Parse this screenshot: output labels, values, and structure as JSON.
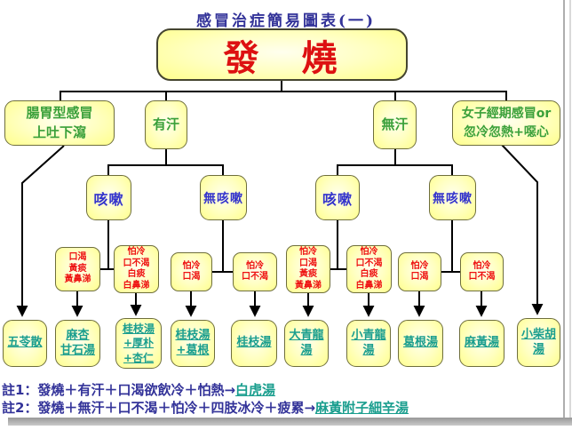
{
  "title": "感冒治症簡易圖表(一)",
  "colors": {
    "title_text": "#333399",
    "root_text": "#dd1111",
    "level1_text": "#3aa03a",
    "level2_text": "#3333cc",
    "condition_text": "#ee1111",
    "remedy_text": "#1a9e8e",
    "box_fill_edge": "#ffff8c",
    "box_fill_center": "#ffffee",
    "box_border": "#6e6e3c",
    "connector": "#000000"
  },
  "nodes": {
    "root": "發　燒",
    "gi_cold": "腸胃型感冒\n上吐下瀉",
    "sweat": "有汗",
    "no_sweat": "無汗",
    "menstrual": "女子經期感冒or\n忽冷忽熱+噁心",
    "cough_left": "咳嗽",
    "no_cough_left": "無咳嗽",
    "cough_right": "咳嗽",
    "no_cough_right": "無咳嗽",
    "cond_thirst_yellow": "口渴\n黃痰\n黃鼻涕",
    "cond_cold_nothirst_white": "怕冷\n口不渴\n白痰\n白鼻涕",
    "cond_cold_thirst": "怕冷\n口渴",
    "cond_cold_nothirst": "怕冷\n口不渴",
    "cond_cold_thirst_yellow": "怕冷\n口渴\n黃痰\n黃鼻涕",
    "cond_cold_nothirst_white2": "怕冷\n口不渴\n白痰\n白鼻涕",
    "cond_cold_thirst2": "怕冷\n口渴",
    "cond_cold_nothirst2": "怕冷\n口不渴",
    "rx_wulingsan": "五苓散",
    "rx_maxing_ganshi": "麻杏\n甘石湯",
    "rx_guizhi_houpo_xingren": "桂枝湯\n+厚朴\n+杏仁",
    "rx_guizhi_gegen": "桂枝湯\n+葛根",
    "rx_guizhi": "桂枝湯",
    "rx_daqinglong": "大青龍\n湯",
    "rx_xiaoqinglong": "小青龍\n湯",
    "rx_gegen": "葛根湯",
    "rx_mahuang": "麻黃湯",
    "rx_xiaochaihu": "小柴胡\n湯"
  },
  "notes": {
    "note1_prefix": "註1：發燒＋有汗＋口渴欲飲冷＋怕熱→",
    "note1_remedy": "白虎湯",
    "note2_prefix": "註2：發燒＋無汗＋口不渴＋怕冷＋四肢冰冷＋疲累→",
    "note2_remedy": "麻黃附子細辛湯"
  }
}
